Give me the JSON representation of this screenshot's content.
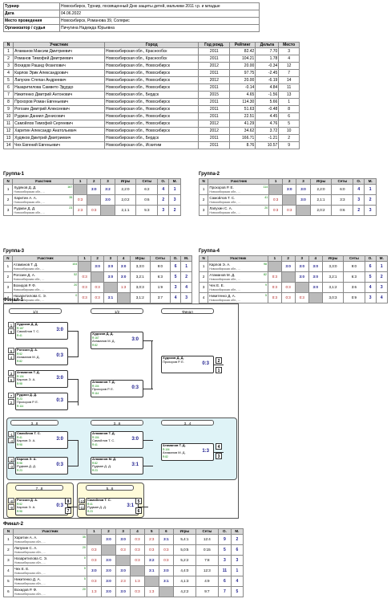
{
  "info": [
    {
      "k": "Турнир",
      "v": "Новосибирск, Турнир, посвященный Дню защиты детей, мальчики 2011 г.р. и младше"
    },
    {
      "k": "Дата",
      "v": "04.06.2022"
    },
    {
      "k": "Место проведения",
      "v": "Новосибирск, Романова 39, Солярис"
    },
    {
      "k": "Организатор / судья",
      "v": "Пичугина Надежда Юрьевна"
    }
  ],
  "players_header": [
    "N",
    "Участник",
    "Город",
    "Год рожд.",
    "Рейтинг",
    "Дельта",
    "Место"
  ],
  "players": [
    [
      "1",
      "Атаманов Максим Дмитриевич",
      "Новосибирская обл., Краснообск",
      "2011",
      "82.42",
      "7.70",
      "3"
    ],
    [
      "2",
      "Романов Тимофей Дмитриевич",
      "Новосибирская обл., Краснообск",
      "2011",
      "104.21",
      "1.78",
      "4"
    ],
    [
      "3",
      "Вохидов Рашид Фозилович",
      "Новосибирская обл., Новосибирск",
      "2012",
      "20.00",
      "-0.34",
      "12"
    ],
    [
      "4",
      "Карлов Эрик Александрович",
      "Новосибирская обл., Новосибирск",
      "2011",
      "97.75",
      "-2.45",
      "7"
    ],
    [
      "5",
      "Лапухин Степан Андреевич",
      "Новосибирская обл., Новосибирск",
      "2012",
      "20.00",
      "-6.19",
      "14"
    ],
    [
      "6",
      "Назаритилова Самвето Эдурдо",
      "Новосибирская обл., Новосибирск",
      "2011",
      "-0.14",
      "4.84",
      "11"
    ],
    [
      "7",
      "Никитенко Дмитрий Антонович",
      "Новосибирская обл., Бердск",
      "2015",
      "4.65",
      "-1.56",
      "13"
    ],
    [
      "8",
      "Прохоров Роман Евгеньевич",
      "Новосибирская обл., Новосибирск",
      "2011",
      "114.30",
      "5.66",
      "1"
    ],
    [
      "9",
      "Рогозин Дмитрий Алексеевич",
      "Новосибирская обл., Новосибирск",
      "2011",
      "51.63",
      "-0.48",
      "8"
    ],
    [
      "10",
      "Рудман Даниил Денисович",
      "Новосибирская обл., Новосибирск",
      "2011",
      "22.51",
      "4.45",
      "6"
    ],
    [
      "11",
      "Самойлов Тимофей Сергеевич",
      "Новосибирская обл., Новосибирск",
      "2012",
      "41.29",
      "4.76",
      "5"
    ],
    [
      "12",
      "Харитин Александр Анатольевич",
      "Новосибирская обл., Новосибирск",
      "2012",
      "34.62",
      "3.72",
      "10"
    ],
    [
      "13",
      "Худяков Дмитрий Дмитриевич",
      "Новосибирская обл., Бердск",
      "2011",
      "166.71",
      "-1.21",
      "2"
    ],
    [
      "14",
      "Чех Евгений Евгеньевич",
      "Новосибирская обл., Искитим",
      "2011",
      "8.76",
      "10.57",
      "9"
    ]
  ],
  "group_header_3": [
    "N",
    "Участник",
    "1",
    "2",
    "3",
    "Игры",
    "Сеты",
    "О.",
    "М."
  ],
  "group_header_4": [
    "N",
    "Участник",
    "1",
    "2",
    "3",
    "4",
    "Игры",
    "Сеты",
    "О.",
    "М."
  ],
  "groups": [
    {
      "title": "Группа-1",
      "rows": [
        {
          "n": "1",
          "name": "Худяков Д. Д.",
          "sub": "Новосибирская обл., ...",
          "rt": "167",
          "cells": [
            "",
            "3:0",
            "3:2"
          ],
          "games": "2,2:0",
          "sets": "6:2",
          "o": "4",
          "m": "1"
        },
        {
          "n": "2",
          "name": "Харитин А. А.",
          "sub": "Новосибирская обл., ...",
          "rt": "35",
          "cells": [
            "0:3",
            "",
            "3:0"
          ],
          "games": "2,0:2",
          "sets": "0:6",
          "o": "2",
          "m": "3"
        },
        {
          "n": "3",
          "name": "Рудман Д. Д.",
          "sub": "Новосибирская обл., ...",
          "rt": "23",
          "cells": [
            "2:3",
            "0:3",
            ""
          ],
          "games": "2,1:1",
          "sets": "5:3",
          "o": "3",
          "m": "2"
        }
      ]
    },
    {
      "title": "Группа-2",
      "rows": [
        {
          "n": "1",
          "name": "Прохоров Р. Е.",
          "sub": "Новосибирская обл., ...",
          "rt": "114",
          "cells": [
            "",
            "3:0",
            "3:0"
          ],
          "games": "2,2:0",
          "sets": "6:0",
          "o": "4",
          "m": "1"
        },
        {
          "n": "2",
          "name": "Самойлов Т. С.",
          "sub": "Новосибирская обл., ...",
          "rt": "41",
          "cells": [
            "0:3",
            "",
            "3:0"
          ],
          "games": "2,1:1",
          "sets": "3:3",
          "o": "3",
          "m": "2"
        },
        {
          "n": "3",
          "name": "Лапухин С. А.",
          "sub": "Новосибирская обл., ...",
          "rt": "20",
          "cells": [
            "0:3",
            "0:3",
            ""
          ],
          "games": "2,0:2",
          "sets": "0:6",
          "o": "2",
          "m": "3"
        }
      ]
    },
    {
      "title": "Группа-3",
      "rows": [
        {
          "n": "1",
          "name": "Атаманов Т. Д.",
          "sub": "Новосибирская обл., ...",
          "rt": "104",
          "cells": [
            "",
            "3:0",
            "3:0",
            "3:0"
          ],
          "games": "3,3:0",
          "sets": "9:0",
          "o": "6",
          "m": "1"
        },
        {
          "n": "2",
          "name": "Рогозин Д. А.",
          "sub": "Новосибирская обл., ...",
          "rt": "52",
          "cells": [
            "0:3",
            "",
            "3:0",
            "3:0"
          ],
          "games": "3,2:1",
          "sets": "6:3",
          "o": "5",
          "m": "2"
        },
        {
          "n": "3",
          "name": "Вохидов Р. Ф.",
          "sub": "Новосибирская обл., ...",
          "rt": "20",
          "cells": [
            "0:3",
            "0:3",
            "",
            "1:3"
          ],
          "games": "3,0:3",
          "sets": "1:9",
          "o": "3",
          "m": "4"
        },
        {
          "n": "4",
          "name": "Назаритилова С. Э.",
          "sub": "Новосибирская обл., ...",
          "rt": "0",
          "cells": [
            "0:3",
            "0:3",
            "3:1",
            ""
          ],
          "games": "3,1:2",
          "sets": "3:7",
          "o": "4",
          "m": "3"
        }
      ]
    },
    {
      "title": "Группа-4",
      "rows": [
        {
          "n": "1",
          "name": "Карлов Э. А.",
          "sub": "Новосибирская обл., ...",
          "rt": "98",
          "cells": [
            "",
            "3:0",
            "3:0",
            "3:0"
          ],
          "games": "3,3:0",
          "sets": "9:0",
          "o": "6",
          "m": "1"
        },
        {
          "n": "2",
          "name": "Атаманов М. Д.",
          "sub": "Новосибирская обл., ...",
          "rt": "82",
          "cells": [
            "0:3",
            "",
            "3:0",
            "3:0"
          ],
          "games": "3,2:1",
          "sets": "6:3",
          "o": "5",
          "m": "2"
        },
        {
          "n": "3",
          "name": "Чех Е. Е.",
          "sub": "Новосибирская обл., ...",
          "rt": "9",
          "cells": [
            "0:3",
            "0:3",
            "",
            "3:0"
          ],
          "games": "3,1:2",
          "sets": "3:6",
          "o": "4",
          "m": "3"
        },
        {
          "n": "4",
          "name": "Никитенко Д. А.",
          "sub": "Новосибирская обл., ...",
          "rt": "5",
          "cells": [
            "0:3",
            "0:3",
            "0:3",
            ""
          ],
          "games": "3,0:3",
          "sets": "0:9",
          "o": "3",
          "m": "4"
        }
      ]
    }
  ],
  "final1": {
    "title": "Финал-1",
    "round_labels": [
      "1/4",
      "1/2",
      "Финал"
    ],
    "sec_3_8": "3...8",
    "sec_3_6": "3...6",
    "sec_3_4": "3...4",
    "sec_7_8": "7...8",
    "sec_5_6": "5...6",
    "matches": [
      {
        "a": "Худяков Д. Д.",
        "b": "Самойлов Т. С.",
        "s": "3:0",
        "ra": "R:167",
        "rb": "R:41"
      },
      {
        "a": "Рогозин Д. А.",
        "b": "Атаманов М. Д.",
        "s": "0:3",
        "ra": "R:52",
        "rb": "R:82"
      },
      {
        "a": "Атаманов Т. Д.",
        "b": "Карлов Э. А.",
        "s": "3:0",
        "ra": "R:104",
        "rb": "R:98"
      },
      {
        "a": "Рудман Д. Д.",
        "b": "Прохоров Р. Е.",
        "s": "0:3",
        "ra": "R:23",
        "rb": "R:114"
      },
      {
        "a": "Худяков Д. Д.",
        "b": "Атаманов М. Д.",
        "s": "3:0",
        "ra": "R:167",
        "rb": "R:82"
      },
      {
        "a": "Атаманов Т. Д.",
        "b": "Прохоров Р. Е.",
        "s": "0:3",
        "ra": "R:104",
        "rb": "R:114"
      },
      {
        "a": "Худяков Д. Д.",
        "b": "Прохоров Р. Е.",
        "s": "0:3",
        "ra": "",
        "rb": ""
      },
      {
        "a": "Самойлов Т. С.",
        "b": "Карлов Э. А.",
        "s": "3:0",
        "ra": "R:41",
        "rb": "R:98"
      },
      {
        "a": "Карлов Э. А.",
        "b": "Рудман Д. Д.",
        "s": "0:3",
        "ra": "R:98",
        "rb": "R:23"
      },
      {
        "a": "Атаманов Т. Д.",
        "b": "Самойлов Т. С.",
        "s": "3:0",
        "ra": "R:104",
        "rb": "R:41"
      },
      {
        "a": "Атаманов М. Д.",
        "b": "Рудман Д. Д.",
        "s": "3:1",
        "ra": "R:82",
        "rb": "R:23"
      },
      {
        "a": "Атаманов Т. Д.",
        "b": "Атаманов М. Д.",
        "s": "1:3",
        "ra": "R:104",
        "rb": "R:82"
      },
      {
        "a": "Рогозин Д. А.",
        "b": "Карлов Э. А.",
        "s": "0:3",
        "ra": "R:52",
        "rb": "R:98"
      },
      {
        "a": "Самойлов Т. С.",
        "b": "Рудман Д. Д.",
        "s": "3:1",
        "ra": "R:41",
        "rb": "R:23"
      }
    ],
    "places": [
      "2",
      "1",
      "4",
      "3",
      "8",
      "7",
      "5",
      "6"
    ],
    "seeds": [
      "1",
      "8",
      "5",
      "4",
      "3",
      "6",
      "7",
      "2",
      "-1",
      "-4",
      "-2",
      "-3",
      "-8",
      "-9",
      "-10",
      "-11"
    ]
  },
  "final2": {
    "title": "Финал-2",
    "header": [
      "N",
      "Участник",
      "1",
      "2",
      "3",
      "4",
      "5",
      "6",
      "Игры",
      "Сеты",
      "О.",
      "М."
    ],
    "rows": [
      {
        "n": "1",
        "name": "Харитин А. А.",
        "sub": "Новосибирская обл., ...",
        "rt": "35",
        "cells": [
          "",
          "3:0",
          "3:0",
          "0:3",
          "2:3",
          "3:1"
        ],
        "games": "5,4:1",
        "sets": "12:4",
        "o": "9",
        "m": "2"
      },
      {
        "n": "2",
        "name": "Лапухин С. А.",
        "sub": "Новосибирская обл., ...",
        "rt": "20",
        "cells": [
          "0:3",
          "",
          "0:3",
          "0:3",
          "0:3",
          "0:3"
        ],
        "games": "5,0:5",
        "sets": "0:15",
        "o": "5",
        "m": "6"
      },
      {
        "n": "3",
        "name": "Назаритилова С. Э.",
        "sub": "Новосибирская обл., ...",
        "rt": "0",
        "cells": [
          "0:3",
          "3:0",
          "",
          "0:3",
          "3:2",
          "0:3"
        ],
        "games": "5,2:2",
        "sets": "7:8",
        "o": "3",
        "m": "3"
      },
      {
        "n": "4",
        "name": "Чех Е. Е.",
        "sub": "Новосибирская обл., ...",
        "rt": "9",
        "cells": [
          "3:0",
          "3:0",
          "3:0",
          "",
          "3:1",
          "3:0"
        ],
        "games": "4,4:0",
        "sets": "12:3",
        "o": "11",
        "m": "1"
      },
      {
        "n": "5",
        "name": "Никитенко Д. А.",
        "sub": "Новосибирская обл., ...",
        "rt": "5",
        "cells": [
          "0:3",
          "3:0",
          "2:3",
          "1:3",
          "",
          "3:1"
        ],
        "games": "4,1:3",
        "sets": "4:9",
        "o": "6",
        "m": "4"
      },
      {
        "n": "6",
        "name": "Вохидов Р. Ф.",
        "sub": "Новосибирская обл., ...",
        "rt": "20",
        "cells": [
          "1:3",
          "3:0",
          "3:0",
          "0:3",
          "1:3",
          ""
        ],
        "games": "4,2:2",
        "sets": "9:7",
        "o": "7",
        "m": "5"
      }
    ]
  }
}
